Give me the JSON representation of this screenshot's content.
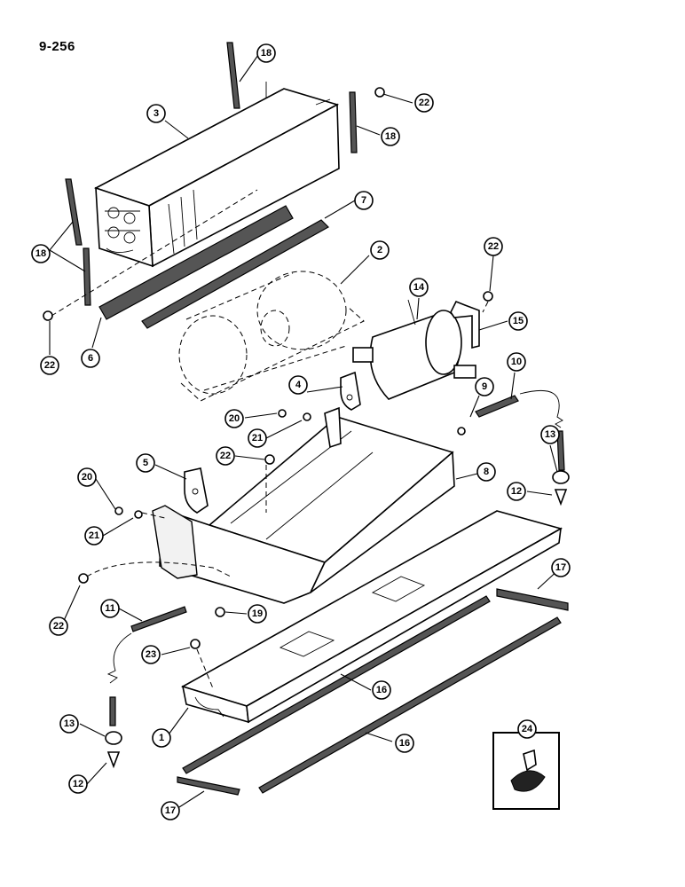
{
  "page_code": "9-256",
  "callouts": [
    {
      "id": "c18a",
      "label": "18"
    },
    {
      "id": "c22a",
      "label": "22"
    },
    {
      "id": "c3",
      "label": "3"
    },
    {
      "id": "c18b",
      "label": "18"
    },
    {
      "id": "c7",
      "label": "7"
    },
    {
      "id": "c2",
      "label": "2"
    },
    {
      "id": "c18c",
      "label": "18"
    },
    {
      "id": "c22b",
      "label": "22"
    },
    {
      "id": "c14",
      "label": "14"
    },
    {
      "id": "c15",
      "label": "15"
    },
    {
      "id": "c22c",
      "label": "22"
    },
    {
      "id": "c6",
      "label": "6"
    },
    {
      "id": "c10",
      "label": "10"
    },
    {
      "id": "c4",
      "label": "4"
    },
    {
      "id": "c9",
      "label": "9"
    },
    {
      "id": "c20a",
      "label": "20"
    },
    {
      "id": "c21a",
      "label": "21"
    },
    {
      "id": "c13a",
      "label": "13"
    },
    {
      "id": "c22d",
      "label": "22"
    },
    {
      "id": "c5",
      "label": "5"
    },
    {
      "id": "c8",
      "label": "8"
    },
    {
      "id": "c12a",
      "label": "12"
    },
    {
      "id": "c20b",
      "label": "20"
    },
    {
      "id": "c21b",
      "label": "21"
    },
    {
      "id": "c17a",
      "label": "17"
    },
    {
      "id": "c22e",
      "label": "22"
    },
    {
      "id": "c11",
      "label": "11"
    },
    {
      "id": "c19",
      "label": "19"
    },
    {
      "id": "c23",
      "label": "23"
    },
    {
      "id": "c16a",
      "label": "16"
    },
    {
      "id": "c13b",
      "label": "13"
    },
    {
      "id": "c1",
      "label": "1"
    },
    {
      "id": "c24",
      "label": "24"
    },
    {
      "id": "c16b",
      "label": "16"
    },
    {
      "id": "c12b",
      "label": "12"
    },
    {
      "id": "c17b",
      "label": "17"
    }
  ]
}
